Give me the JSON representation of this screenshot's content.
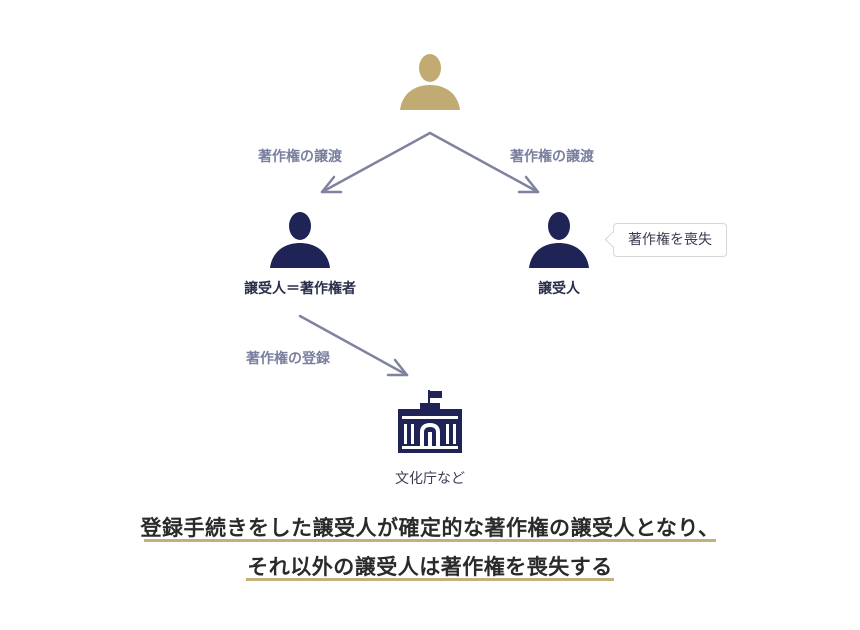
{
  "colors": {
    "original_owner": "#c1ab72",
    "person": "#1f2355",
    "arrow": "#80839f",
    "underline": "#c4b07d"
  },
  "icons": {
    "original_owner": "person-icon",
    "transferee_left": "person-icon",
    "transferee_right": "person-icon",
    "agency": "government-building-icon"
  },
  "arrows": {
    "transfer_left_label": "著作権の譲渡",
    "transfer_right_label": "著作権の譲渡",
    "registration_label": "著作権の登録"
  },
  "nodes": {
    "left_person_label": "譲受人＝著作権者",
    "right_person_label": "譲受人",
    "right_person_callout": "著作権を喪失",
    "agency_label": "文化庁など"
  },
  "summary": {
    "line1": "登録手続きをした譲受人が確定的な著作権の譲受人となり、",
    "line2": "それ以外の譲受人は著作権を喪失する"
  }
}
